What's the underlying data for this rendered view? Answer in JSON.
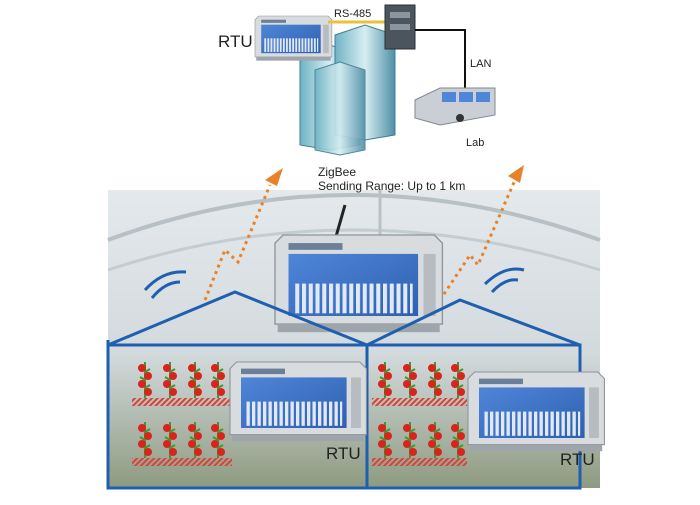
{
  "labels": {
    "rtu_top": "RTU",
    "rs485": "RS-485",
    "lan": "LAN",
    "lab": "Lab",
    "zigbee_line1": "ZigBee",
    "zigbee_line2": "Sending Range: Up to 1 km",
    "rtu_left": "RTU",
    "rtu_right": "RTU"
  },
  "colors": {
    "house_outline": "#1f5fb0",
    "signal_arc": "#1f5fb0",
    "wireless_arrow": "#e8822a",
    "rs485_line": "#e8c23a",
    "lan_line": "#111111",
    "screen_blue": "#3a6fc4",
    "tomato": "#d8241c",
    "leaf": "#3c9a34"
  },
  "icons": {
    "rtu_device": "rtu-device-icon",
    "building": "building-icon",
    "converter": "rs485-converter-icon",
    "lab_console": "control-console-icon",
    "wifi": "wireless-signal-icon",
    "plant": "tomato-plant-icon"
  }
}
